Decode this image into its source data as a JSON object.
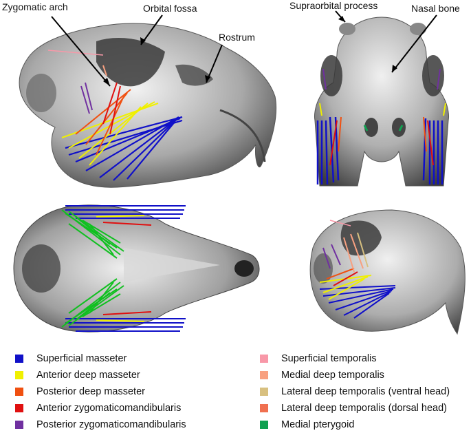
{
  "annotations": {
    "zygomatic_arch": "Zygomatic arch",
    "orbital_fossa": "Orbital fossa",
    "rostrum": "Rostrum",
    "supraorbital_process": "Supraorbital process",
    "nasal_bone": "Nasal bone"
  },
  "colors": {
    "bone": "#a8a8a8",
    "bone_dark": "#3a3a3a",
    "bone_light": "#e6e6e6"
  },
  "legend": [
    {
      "label": "Superficial masseter",
      "color": "#1010c8"
    },
    {
      "label": "Anterior deep masseter",
      "color": "#f0f000"
    },
    {
      "label": "Posterior deep masseter",
      "color": "#f05010"
    },
    {
      "label": "Anterior zygomaticomandibularis",
      "color": "#e01010"
    },
    {
      "label": "Posterior zygomaticomandibularis",
      "color": "#7030a0"
    },
    {
      "label": "Superficial temporalis",
      "color": "#f898a8"
    },
    {
      "label": "Medial deep temporalis",
      "color": "#f8a080"
    },
    {
      "label": "Lateral deep temporalis (ventral head)",
      "color": "#d8c080"
    },
    {
      "label": "Lateral deep temporalis (dorsal head)",
      "color": "#f07050"
    },
    {
      "label": "Medial pterygoid",
      "color": "#10a050"
    }
  ]
}
